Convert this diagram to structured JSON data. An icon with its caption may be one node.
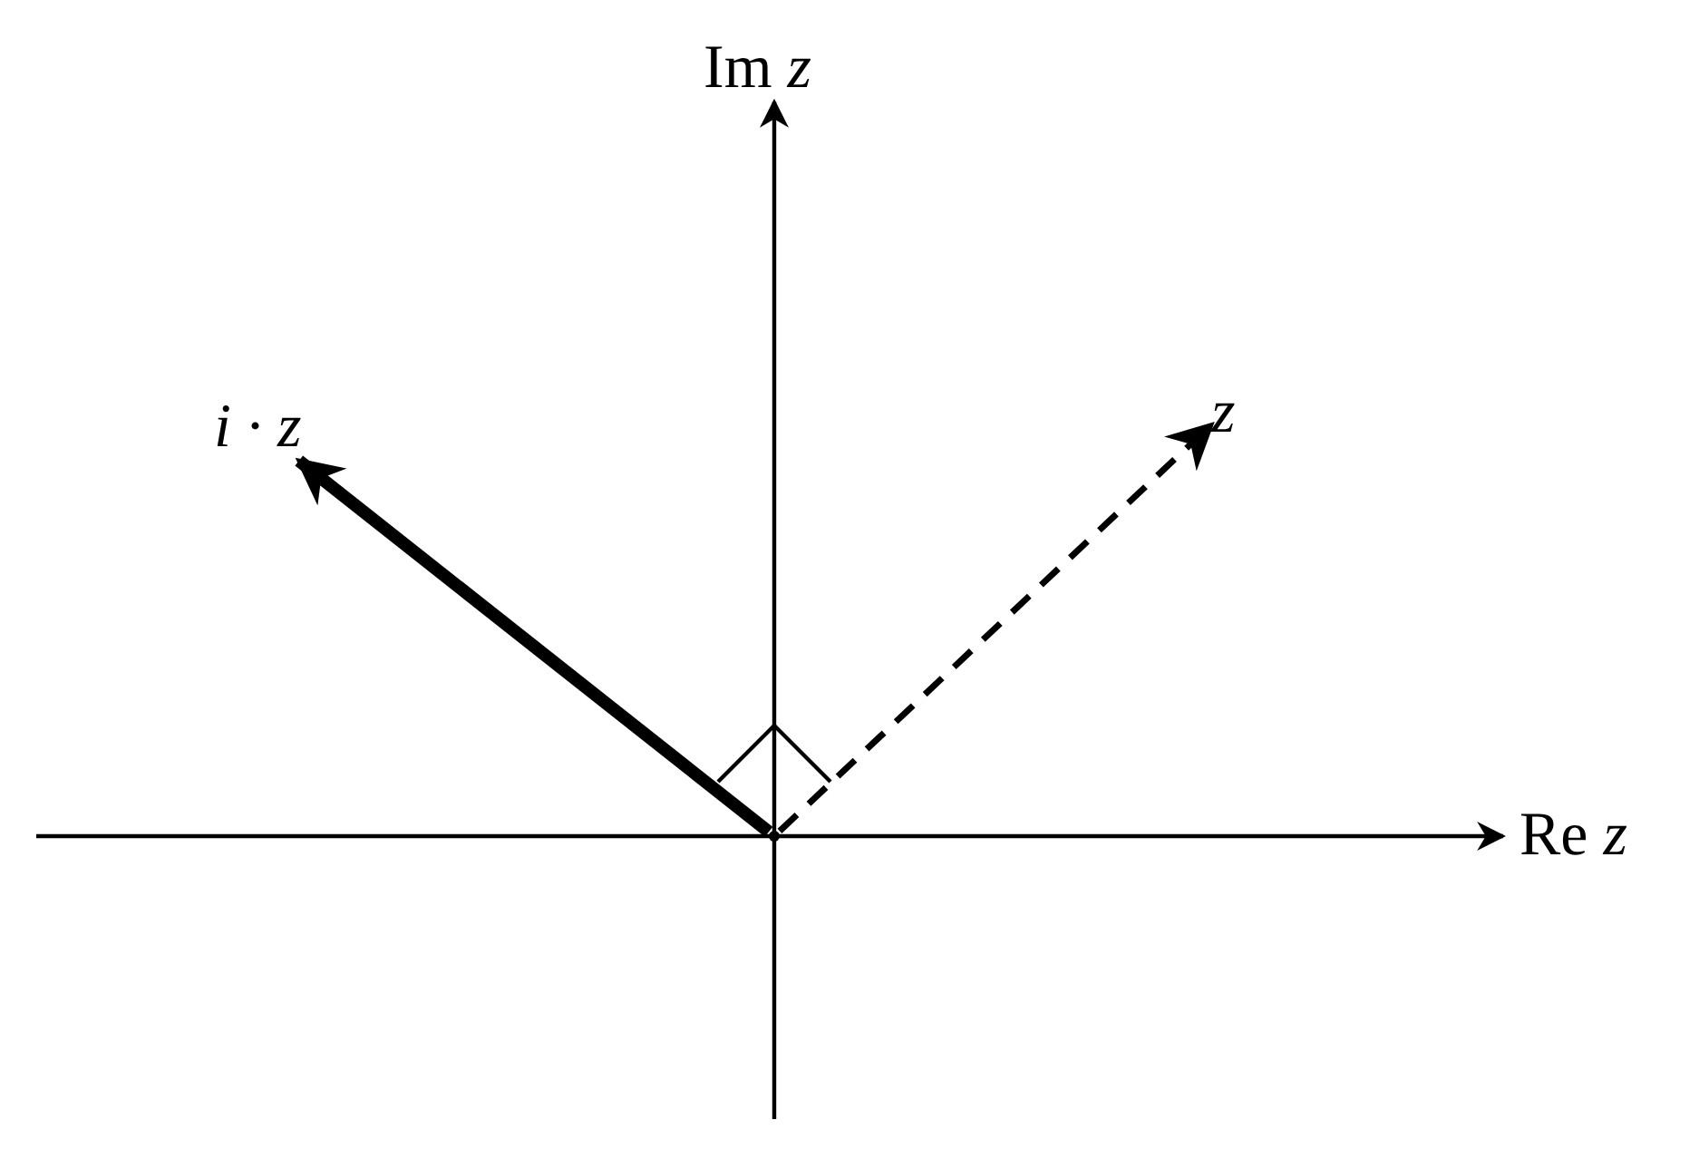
{
  "diagram": {
    "nodes": [
      {
        "text": [],
        "shape": "circle"
      },
      {
        "text": [
          "i · z"
        ]
      },
      {
        "text": [
          "z"
        ]
      }
    ],
    "edges": [
      {
        "from": 0,
        "to": 1,
        "arrow": "to",
        "style": "thick"
      },
      {
        "from": 0,
        "to": 2,
        "arrow": "to",
        "style": "dashed"
      }
    ],
    "labels": [
      "Im *z*",
      "Re *z*"
    ]
  }
}
